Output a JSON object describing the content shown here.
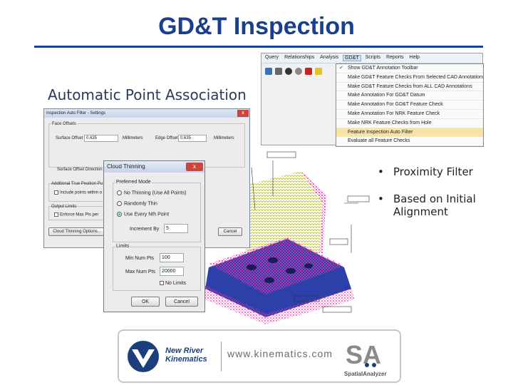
{
  "slide": {
    "title": "GD&T Inspection",
    "subtitle": "Automatic Point Association",
    "bullets": [
      "Proximity Filter",
      "Based on Initial Alignment"
    ]
  },
  "menu": {
    "bar": [
      "Query",
      "Relationships",
      "Analysis",
      "GD&T",
      "Scripts",
      "Reports",
      "Help"
    ],
    "active": "GD&T",
    "items": [
      "Show GD&T Annotation Toolbar",
      "Make GD&T Feature Checks From Selected CAD Annotations",
      "Make GD&T Feature Checks from ALL CAD Annotations",
      "Make Annotation For GD&T Datum",
      "Make Annotation For GD&T Feature Check",
      "Make Annotation For NRK Feature Check",
      "Make NRK Feature Checks from Hole",
      "Feature Inspection Auto Filter",
      "Evaluate all Feature Checks"
    ]
  },
  "dialog": {
    "title": "Inspection Auto Filter - Settings",
    "close": "x",
    "face_offsets_label": "Face Offsets",
    "surface_offset_label": "Surface Offset",
    "surface_offset_value": "0.635",
    "surface_unit": "Millimeters",
    "edge_offset_label": "Edge Offset",
    "edge_offset_value": "0.635",
    "edge_unit": "Millimeters",
    "surface_offset_direction": "Surface Offset Direction",
    "additional_label": "Additional True Position Pu",
    "include_points": "Include points within o",
    "output_limits": "Output Limits",
    "enforce_max": "Enforce Max Pts per",
    "cloud_thinning_button": "Cloud Thinning Options...",
    "cancel": "Cancel"
  },
  "cloud_thinning": {
    "title": "Cloud Thinning",
    "close": "x",
    "preferred_mode": "Preferred Mode",
    "options": [
      "No Thinning (Use All Points)",
      "Randomly Thin",
      "Use Every Nth Point"
    ],
    "selected_index": 2,
    "increment_label": "Increment By",
    "increment_value": "5",
    "limits_label": "Limits",
    "min_label": "Min Num Pts",
    "min_value": "100",
    "max_label": "Max Num Pts",
    "max_value": "20000",
    "no_limits": "No Limits",
    "ok": "OK",
    "cancel": "Cancel"
  },
  "banner": {
    "company": "New River Kinematics",
    "url": "www.kinematics.com",
    "product": "SpatialAnalyzer",
    "logo_text": "SA"
  },
  "colors": {
    "title": "#1b3f8f",
    "point_cloud_magenta": "#ff1fa8",
    "part_blue": "#2d3fa8",
    "scan_yellow": "#c9c928"
  }
}
